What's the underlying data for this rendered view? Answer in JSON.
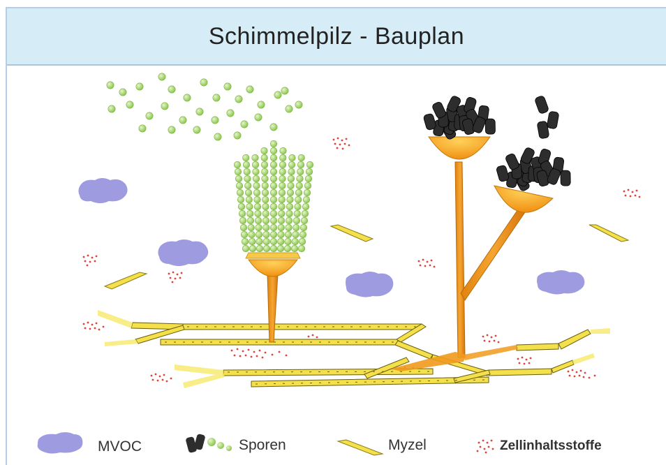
{
  "title": "Schimmelpilz - Bauplan",
  "legend": {
    "mvoc": "MVOC",
    "sporen": "Sporen",
    "myzel": "Myzel",
    "zellinhalt": "Zellinhaltsstoffe"
  },
  "colors": {
    "title_bg": "#d6edf7",
    "mvoc": "#9f9be0",
    "spore_green": "#a6d96a",
    "spore_dark": "#2a2a2a",
    "mycel": "#f3e04a",
    "stalk_orange": "#f09a1c",
    "cell_content": "#e0413a"
  }
}
